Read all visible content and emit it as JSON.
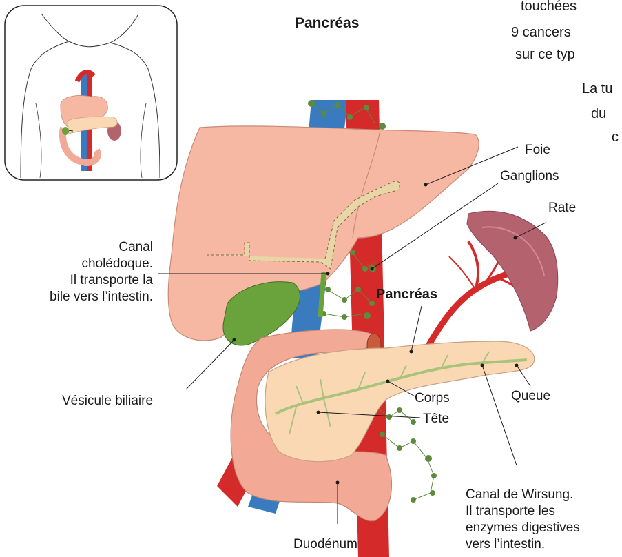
{
  "header": {
    "title": "Pancréas"
  },
  "intro_fragments": [
    "touchées",
    "9 cancers",
    "sur ce typ",
    "La tu",
    "du",
    "c"
  ],
  "labels": {
    "foie": "Foie",
    "ganglions": "Ganglions",
    "rate": "Rate",
    "canal_choledoque": [
      "Canal",
      "cholédoque.",
      "Il transporte la",
      "bile vers l’intestin."
    ],
    "pancreas": "Pancréas",
    "vesicule": "Vésicule biliaire",
    "corps": "Corps",
    "queue": "Queue",
    "tete": "Tête",
    "canal_wirsung": [
      "Canal de Wirsung.",
      "Il transporte les",
      "enzymes digestives",
      "vers l’intestin."
    ],
    "duodenum": "Duodénum"
  },
  "colors": {
    "liver": "#f6b8a2",
    "liver_stroke": "#c98a78",
    "spleen": "#b4626e",
    "artery": "#d42a2a",
    "vein": "#3a7bc0",
    "gallbladder": "#6aa33c",
    "pancreas": "#fbd8b4",
    "duodenum": "#f2aa96",
    "duct": "#a9c47a",
    "lymph_node": "#5d8a3c"
  }
}
